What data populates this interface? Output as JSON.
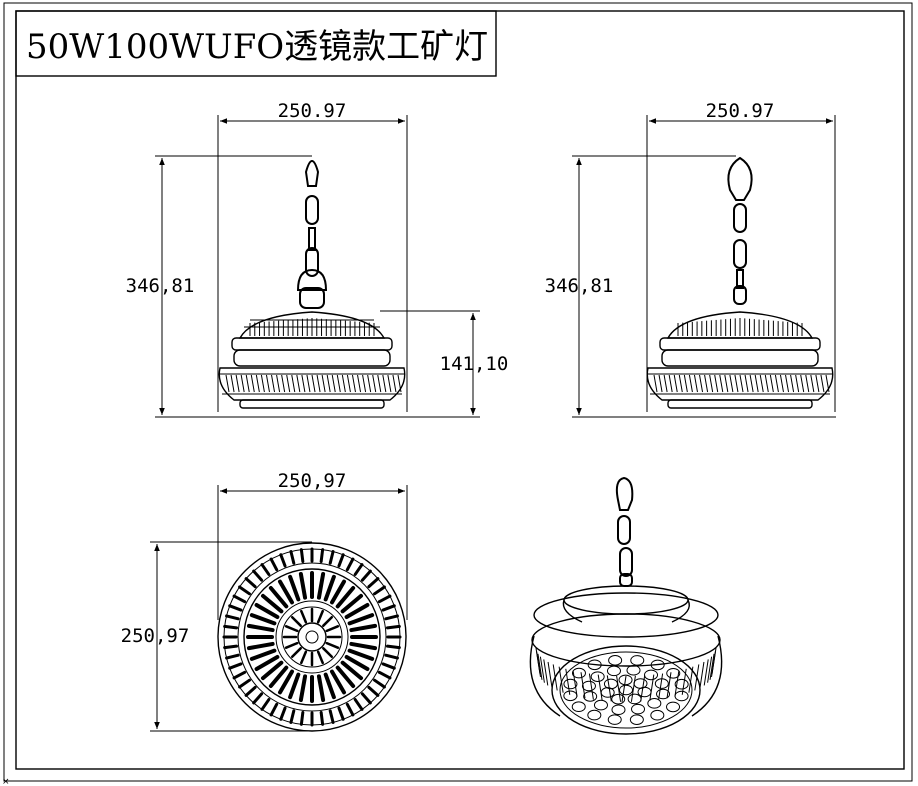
{
  "title": "50W100WUFO透镜款工矿灯",
  "dimensions": {
    "front_width": "250.97",
    "front_height": "346,81",
    "front_body_height": "141,10",
    "side_width": "250.97",
    "side_height": "346,81",
    "bottom_width": "250,97",
    "bottom_height": "250,97"
  },
  "colors": {
    "line": "#000000",
    "background": "#ffffff"
  }
}
